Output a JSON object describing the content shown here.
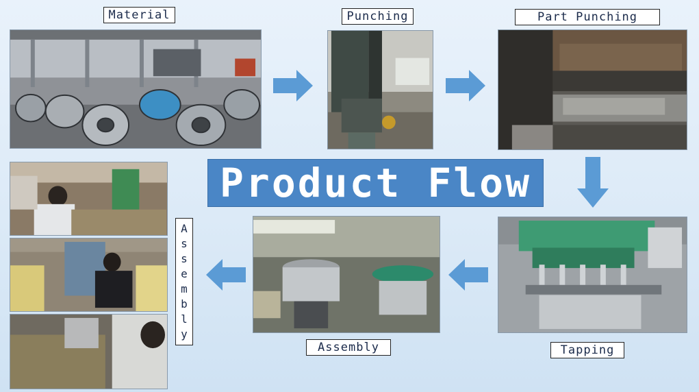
{
  "title": "Product Flow",
  "steps": {
    "material": "Material",
    "punching": "Punching",
    "part_punching": "Part Punching",
    "tapping": "Tapping",
    "assembly": "Assembly",
    "assembly_vertical": [
      "A",
      "s",
      "s",
      "e",
      "m",
      "b",
      "l",
      "y"
    ]
  },
  "colors": {
    "banner": "#4a86c6",
    "arrow": "#5b9bd5",
    "background": "#dceaf7"
  },
  "icons": [
    "arrow-right-icon",
    "arrow-down-icon",
    "arrow-left-icon"
  ]
}
